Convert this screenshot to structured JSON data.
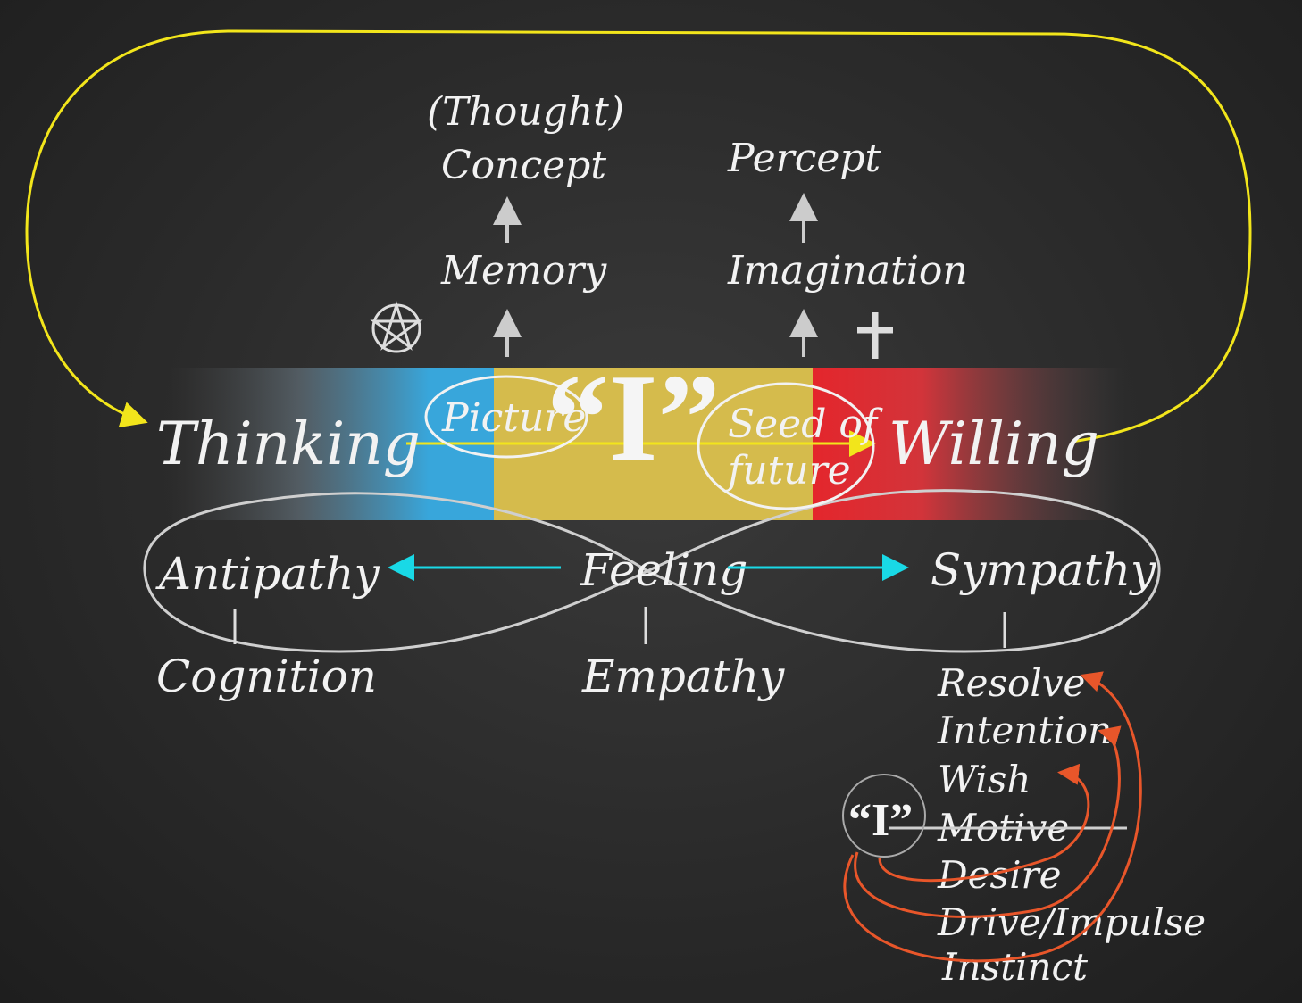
{
  "colors": {
    "background": "#2a2a2a",
    "chalk": "#f2f2f2",
    "yellow_loop": "#f2e51b",
    "cyan_arrow": "#19d9e6",
    "orange_arrow": "#e8562a",
    "blue": "#38a6db",
    "gold": "#d5bb4c",
    "red": "#e4262c"
  },
  "top": {
    "thought": "(Thought)",
    "concept": "Concept",
    "memory": "Memory",
    "percept": "Percept",
    "imagination": "Imagination"
  },
  "symbols": {
    "star": "pentagram-icon",
    "cross": "cross-icon"
  },
  "band": {
    "thinking": "Thinking",
    "picture": "Picture",
    "i_label": "“I”",
    "seed_line1": "Seed of",
    "seed_line2": "future",
    "willing": "Willing"
  },
  "feeling_row": {
    "antipathy": "Antipathy",
    "feeling": "Feeling",
    "sympathy": "Sympathy"
  },
  "lower_row": {
    "cognition": "Cognition",
    "empathy": "Empathy"
  },
  "will_ladder": {
    "i_label": "“I”",
    "items": [
      "Resolve",
      "Intention",
      "Wish",
      "Motive",
      "Desire",
      "Drive/Impulse",
      "Instinct"
    ]
  }
}
